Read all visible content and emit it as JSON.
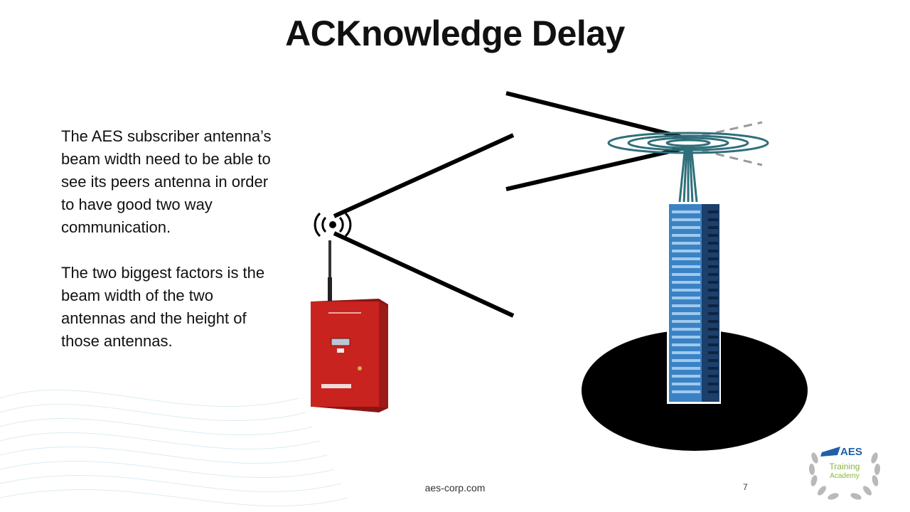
{
  "slide": {
    "title": "ACKnowledge Delay",
    "paragraph_1": "The AES subscriber antenna’s beam width need to be able to see its peers antenna in order to have good two way communication.",
    "paragraph_2": "The two biggest factors is the beam width of the two antennas and the height of those antennas."
  },
  "footer": {
    "url": "aes-corp.com",
    "page_number": "7"
  },
  "logo": {
    "brand": "AES",
    "line_1": "Training",
    "line_2": "Academy"
  },
  "colors": {
    "text": "#111111",
    "device_red": "#c8231f",
    "tower_blue": "#3b82c4",
    "antenna_teal": "#2f6f7a",
    "logo_blue": "#1f5fa8",
    "logo_green": "#8ab43b"
  }
}
